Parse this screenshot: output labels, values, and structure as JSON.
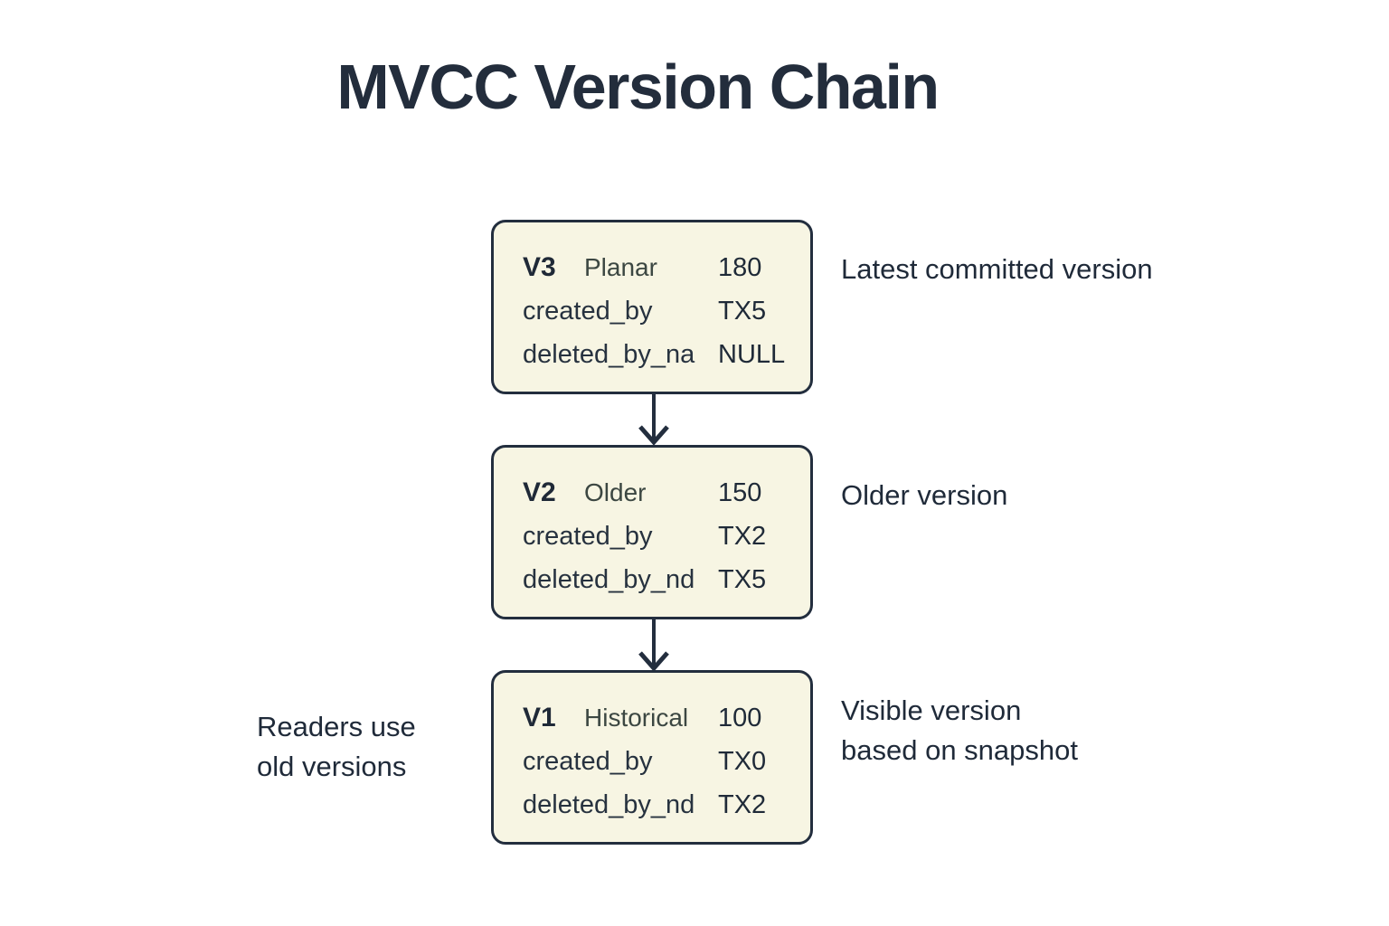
{
  "title": "MVCC Version Chain",
  "colors": {
    "background": "#ffffff",
    "box_fill": "#f7f5e3",
    "box_border": "#232e3e",
    "text_primary": "#222d3c",
    "type_label": "#3c4742",
    "arrow": "#232e3e"
  },
  "left_note": {
    "line1": "Readers use",
    "line2": "old versions"
  },
  "boxes": [
    {
      "version": "V3",
      "type_label": "Planar",
      "head_value": "180",
      "rows": [
        {
          "key": "created_by",
          "value": "TX5"
        },
        {
          "key": "deleted_by_na",
          "value": "NULL"
        }
      ],
      "annotation": {
        "line1": "Latest committed version"
      }
    },
    {
      "version": "V2",
      "type_label": "Older",
      "head_value": "150",
      "rows": [
        {
          "key": "created_by",
          "value": "TX2"
        },
        {
          "key": "deleted_by_nd",
          "value": "TX5"
        }
      ],
      "annotation": {
        "line1": "Older version"
      }
    },
    {
      "version": "V1",
      "type_label": "Historical",
      "head_value": "100",
      "rows": [
        {
          "key": "created_by",
          "value": "TX0"
        },
        {
          "key": "deleted_by_nd",
          "value": "TX2"
        }
      ],
      "annotation": {
        "line1": "Visible version",
        "line2": "based on snapshot"
      }
    }
  ]
}
